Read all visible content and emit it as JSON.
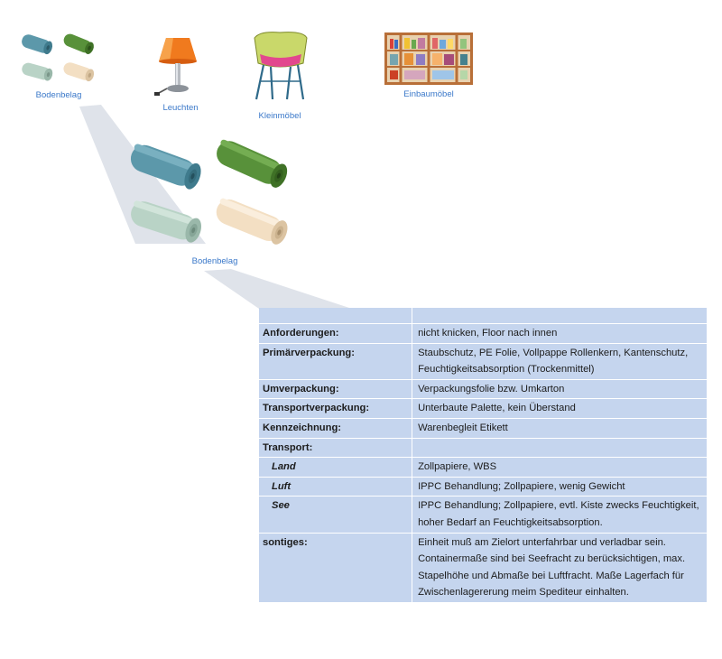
{
  "categories": [
    {
      "label": "Bodenbelag",
      "icon": "carpet-rolls-icon"
    },
    {
      "label": "Leuchten",
      "icon": "table-lamp-icon"
    },
    {
      "label": "Kleinmöbel",
      "icon": "chair-icon"
    },
    {
      "label": "Einbaumöbel",
      "icon": "built-in-wardrobe-icon"
    }
  ],
  "detail": {
    "label": "Bodenbelag",
    "icon": "carpet-rolls-icon"
  },
  "colors": {
    "label_blue": "#3a78c9",
    "table_bg": "#c5d5ee",
    "funnel_gray": "#dfe3ea",
    "roll_teal": "#5c98aa",
    "roll_green": "#58913a",
    "roll_mint": "#b9d3c6",
    "roll_cream": "#f3dfc3"
  },
  "table": {
    "rows": [
      {
        "label": "Anforderungen:",
        "value": "nicht knicken, Floor nach innen"
      },
      {
        "label": "Primärverpackung:",
        "value": "Staubschutz, PE Folie, Vollpappe Rollenkern, Kantenschutz, Feuchtigkeitsabsorption (Trockenmittel)"
      },
      {
        "label": "Umverpackung:",
        "value": "Verpackungsfolie bzw. Umkarton"
      },
      {
        "label": "Transportverpackung:",
        "value": "Unterbaute Palette, kein Überstand"
      },
      {
        "label": "Kennzeichnung:",
        "value": "Warenbegleit Etikett"
      },
      {
        "label": "Transport:",
        "value": ""
      },
      {
        "label": "Land",
        "value": "Zollpapiere, WBS"
      },
      {
        "label": "Luft",
        "value": "IPPC Behandlung; Zollpapiere, wenig Gewicht"
      },
      {
        "label": "See",
        "value": "IPPC Behandlung; Zollpapiere, evtl. Kiste zwecks Feuchtigkeit, hoher Bedarf an Feuchtigkeitsabsorption."
      },
      {
        "label": "sontiges:",
        "value": "Einheit muß am Zielort unterfahrbar und verladbar sein. Containermaße sind bei Seefracht zu berücksichtigen, max. Stapelhöhe und Abmaße bei Luftfracht. Maße Lagerfach für Zwischenlagererung meim Spediteur einhalten."
      }
    ]
  }
}
